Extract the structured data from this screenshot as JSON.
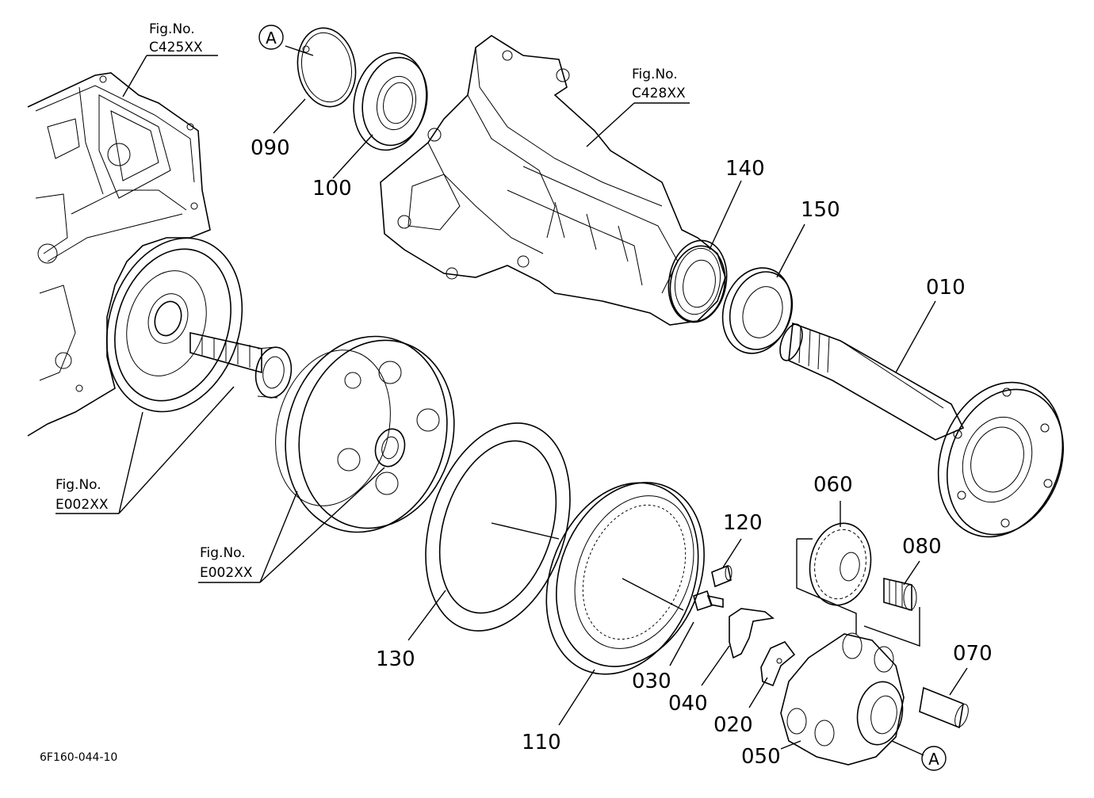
{
  "drawing_code": "6F160-044-10",
  "callout_letter": "A",
  "fig_refs": [
    {
      "prefix": "Fig.No.",
      "code": "C425XX"
    },
    {
      "prefix": "Fig.No.",
      "code": "C428XX"
    },
    {
      "prefix": "Fig.No.",
      "code": "E002XX"
    },
    {
      "prefix": "Fig.No.",
      "code": "E002XX"
    }
  ],
  "part_numbers": [
    "090",
    "100",
    "140",
    "150",
    "010",
    "060",
    "080",
    "120",
    "130",
    "110",
    "030",
    "040",
    "020",
    "070",
    "050"
  ]
}
